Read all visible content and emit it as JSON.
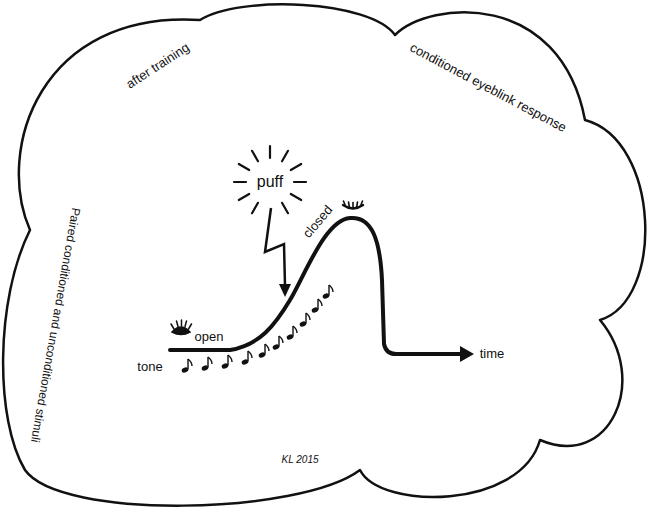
{
  "diagram": {
    "labels": [
      "after training",
      "conditioned eyeblink response",
      "puff",
      "closed",
      "open",
      "tone",
      "time",
      "Paired conditioned and unconditioned stimuli",
      "KL 2015"
    ]
  }
}
